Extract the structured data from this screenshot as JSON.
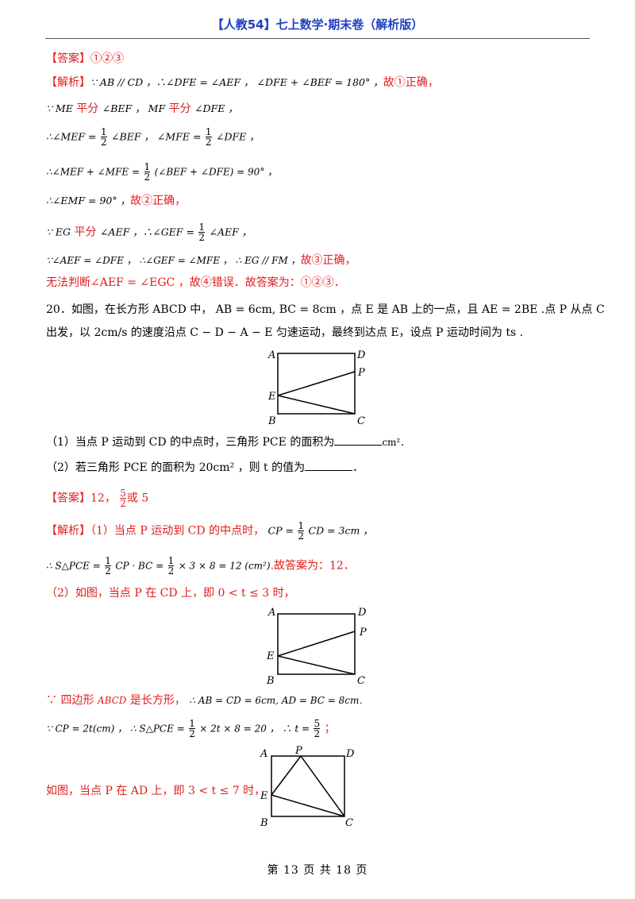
{
  "header": {
    "title": "【人教54】七上数学·期末卷（解析版）"
  },
  "q19": {
    "answer_label": "【答案】",
    "answer_value": "①②③",
    "analysis_label": "【解析】",
    "l1_math": "∵ AB // CD ，∴∠DFE = ∠AEF ， ∠DFE + ∠BEF = 180° ，",
    "l1_tail": "故①正确，",
    "l2_a": "∵ ME",
    "l2_b": "平分",
    "l2_c": "∠BEF ， MF",
    "l2_d": "平分",
    "l2_e": "∠DFE ，",
    "l3_a": "∴∠MEF =",
    "l3_b": "∠BEF ， ∠MFE =",
    "l3_c": "∠DFE ，",
    "l4_a": "∴∠MEF + ∠MFE =",
    "l4_b": "(∠BEF + ∠DFE) = 90° ，",
    "l5_a": "∴∠EMF = 90° ，",
    "l5_b": "故②正确，",
    "l6_a": "∵ EG",
    "l6_b": "平分",
    "l6_c": "∠AEF ，∴∠GEF =",
    "l6_d": "∠AEF ，",
    "l7_a": "∵∠AEF = ∠DFE ， ∴∠GEF = ∠MFE ， ∴ EG // FM ，",
    "l7_b": "故③正确，",
    "l8": "无法判断∠AEF = ∠EGC ，故④错误．故答案为：①②③．"
  },
  "q20": {
    "stem1": "20．如图，在长方形 ABCD 中， AB = 6cm, BC = 8cm ，点 E 是 AB 上的一点，且 AE = 2BE .点 P 从点 C",
    "stem2": "出发，以 2cm/s 的速度沿点 C − D − A − E 匀速运动，最终到达点 E，设点 P 运动时间为 ts .",
    "sub1_a": "（1）当点 P 运动到 CD 的中点时，三角形 PCE 的面积为",
    "sub1_b": "cm²．",
    "sub2_a": "（2）若三角形 PCE 的面积为 20cm² ，则 t 的值为",
    "sub2_b": "．",
    "answer_label": "【答案】",
    "answer_a": "12，",
    "answer_b": "或 5",
    "analysis_label": "【解析】",
    "a1_a": "（1）当点 P 运动到 CD 的中点时，",
    "a1_b": "CP =",
    "a1_c": "CD = 3cm ，",
    "a2_a": "∴ S△PCE =",
    "a2_b": "CP · BC =",
    "a2_c": "× 3 × 8 = 12 (cm²)",
    "a2_d": ".故答案为：12．",
    "a3": "（2）如图，当点 P 在 CD 上，即 0 < t ≤ 3 时，",
    "a4_a": "∵ 四边形",
    "a4_b": "ABCD",
    "a4_c": "是长方形，",
    "a4_d": "∴ AB = CD = 6cm, AD = BC = 8cm",
    "a4_e": ".",
    "a5_a": "∵ CP = 2t(cm) ，  ∴ S△PCE =",
    "a5_b": "× 2t × 8 = 20 ，  ∴ t =",
    "a5_c": "；",
    "a6": "如图，当点 P 在 AD 上，即 3 < t ≤ 7 时，"
  },
  "fractions": {
    "half_num": "1",
    "half_den": "2",
    "five_num": "5",
    "five_den": "2"
  },
  "figure_labels": {
    "A": "A",
    "B": "B",
    "C": "C",
    "D": "D",
    "E": "E",
    "P": "P"
  },
  "footer": {
    "page": "第 13 页 共 18 页"
  },
  "colors": {
    "header": "#1f3fbf",
    "answer": "#e11b1b"
  }
}
